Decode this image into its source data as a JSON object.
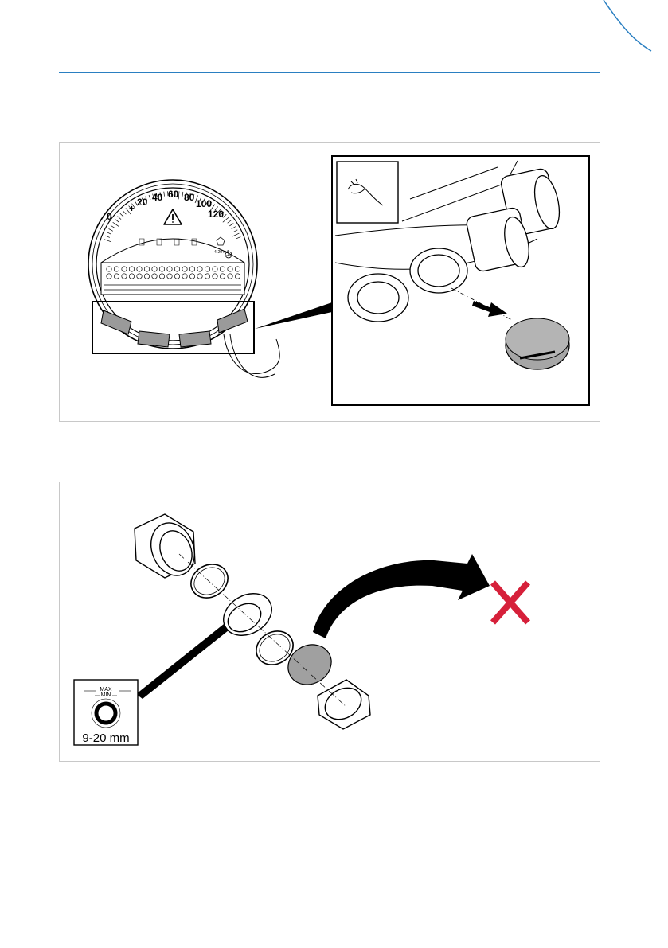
{
  "page": {
    "accent_color": "#2a7fc1",
    "corner_mark_icon": "page-corner-curve-icon"
  },
  "figure1": {
    "dial_numbers": [
      "0",
      "20",
      "40",
      "60",
      "80",
      "100",
      "120"
    ],
    "current_label": "4-20 mA",
    "icons": [
      "warning-triangle-icon",
      "hand-icon",
      "cable-gland-icon",
      "blind-plug-icon",
      "removal-arrow-icon",
      "ground-icon"
    ]
  },
  "figure2": {
    "max_label": "MAX",
    "min_label": "MIN",
    "range_label": "9-20 mm",
    "discard_color": "#d6203a",
    "icons": [
      "gland-body-icon",
      "seal-ring-icon",
      "seal-insert-icon",
      "blind-disc-icon",
      "lock-nut-icon",
      "curved-arrow-icon",
      "discard-x-icon",
      "cable-diameter-icon"
    ]
  }
}
